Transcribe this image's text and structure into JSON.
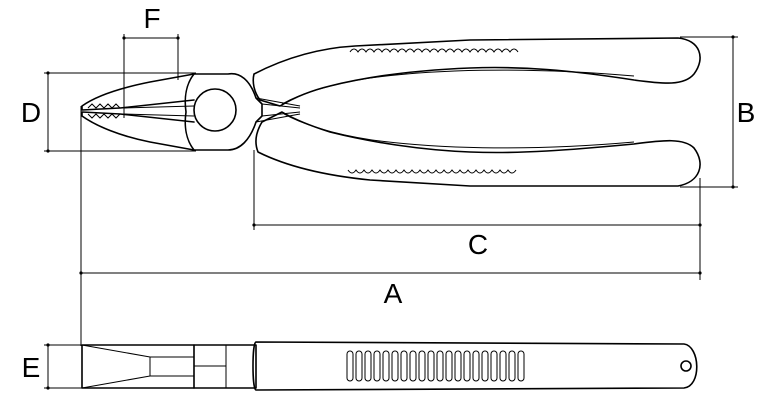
{
  "diagram": {
    "labels": {
      "a": "A",
      "b": "B",
      "c": "C",
      "d": "D",
      "e": "E",
      "f": "F"
    },
    "line_color": "#000000",
    "background": "#ffffff"
  }
}
